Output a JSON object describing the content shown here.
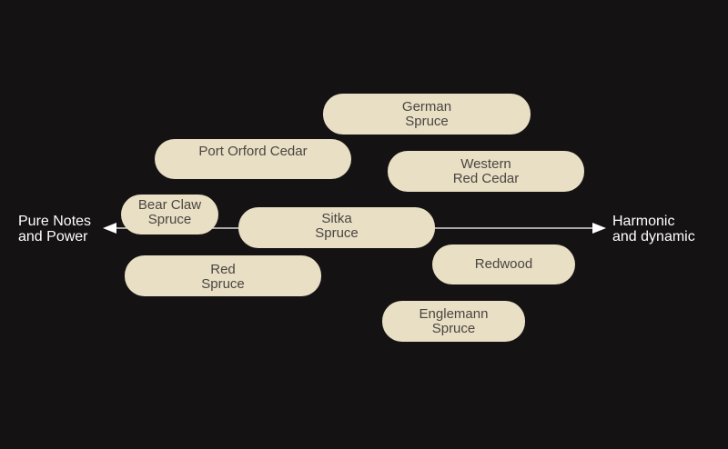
{
  "axis": {
    "left_label": "Pure Notes\nand Power",
    "right_label": "Harmonic\nand dynamic",
    "line_color": "#ffffff"
  },
  "woods": {
    "german_spruce": "German\nSpruce",
    "port_orford_cedar": "Port Orford Cedar",
    "western_red_cedar": "Western\nRed Cedar",
    "bear_claw_spruce": "Bear Claw\nSpruce",
    "sitka_spruce": "Sitka\nSpruce",
    "red_spruce": "Red\nSpruce",
    "redwood": "Redwood",
    "englemann_spruce": "Englemann\nSpruce"
  },
  "colors": {
    "background": "#141212",
    "pill": "#e9dfc5",
    "pill_text": "#4a4540"
  }
}
